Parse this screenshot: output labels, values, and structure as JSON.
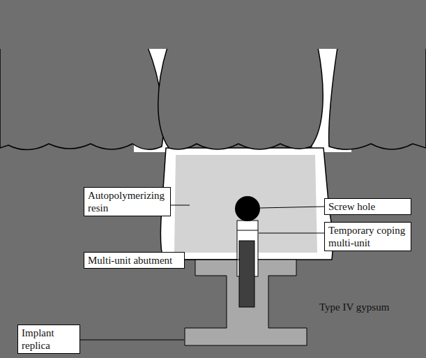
{
  "diagram": {
    "nodes": [
      {
        "text": [
          "Autopolymerizing resin"
        ]
      },
      {
        "text": [
          "Screw hole"
        ]
      },
      {
        "text": [
          "Temporary coping multi-unit"
        ]
      },
      {
        "text": [
          "Multi-unit abutment"
        ]
      },
      {
        "text": [
          "Implant replica"
        ]
      }
    ],
    "labels": [
      "Type IV gypsum"
    ]
  }
}
